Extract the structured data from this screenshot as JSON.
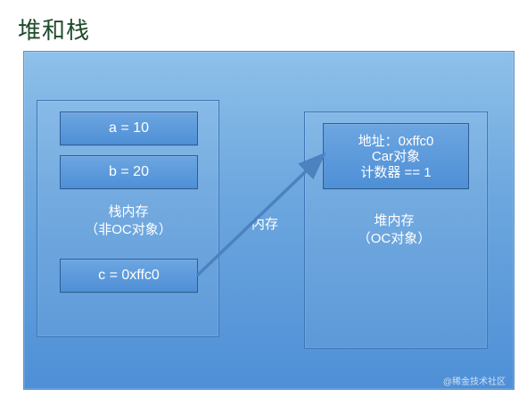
{
  "title": "堆和栈",
  "stack": {
    "cells": [
      {
        "text": "a = 10"
      },
      {
        "text": "b = 20"
      },
      {
        "text": "c = 0xffc0"
      }
    ],
    "label_line1": "栈内存",
    "label_line2": "（非OC对象）"
  },
  "middle_label": "内存",
  "heap": {
    "object_lines": [
      "地址：0xffc0",
      "Car对象",
      "计数器 == 1"
    ],
    "label_line1": "堆内存",
    "label_line2": "（OC对象）"
  },
  "watermark": "@稀金技术社区",
  "colors": {
    "title": "#1f4b2b",
    "panel_top": "#8ec1ea",
    "panel_bottom": "#4e8fd6",
    "cell_border": "#2e5d94",
    "text": "#ffffff"
  }
}
